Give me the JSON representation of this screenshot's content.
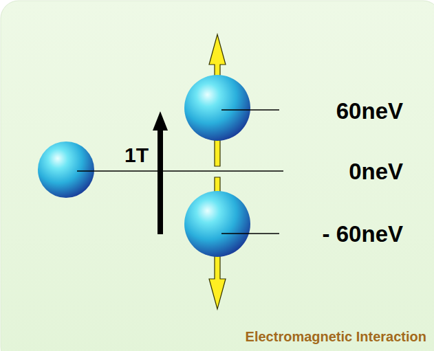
{
  "diagram": {
    "caption": "Electromagnetic Interaction",
    "labels": [
      "1T",
      "60neV",
      "0neV",
      "- 60neV"
    ]
  }
}
